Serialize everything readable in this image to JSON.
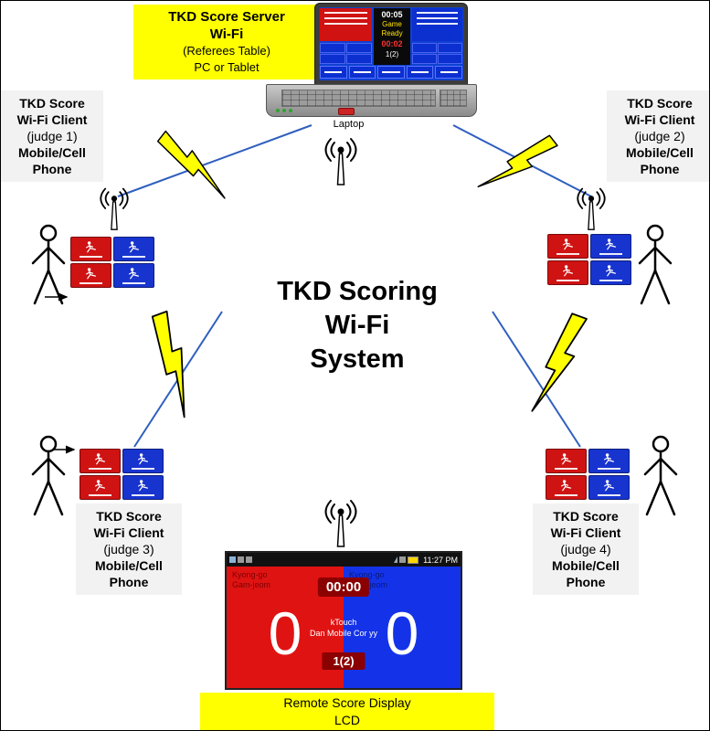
{
  "title": {
    "line1": "TKD Scoring",
    "line2": "Wi-Fi",
    "line3": "System"
  },
  "server_label": {
    "line1": "TKD Score Server",
    "line2": "Wi-Fi",
    "line3": "(Referees Table)",
    "line4": "PC or Tablet"
  },
  "laptop": {
    "caption": "Laptop",
    "screen": {
      "timer": "00:05",
      "status1": "Game",
      "status2": "Ready",
      "secondary_timer": "00:02",
      "round": "1(2)"
    }
  },
  "judges": [
    {
      "label_lines": [
        "TKD Score",
        "Wi-Fi Client",
        "(judge 1)",
        "Mobile/Cell",
        "Phone"
      ]
    },
    {
      "label_lines": [
        "TKD Score",
        "Wi-Fi Client",
        "(judge 2)",
        "Mobile/Cell",
        "Phone"
      ]
    },
    {
      "label_lines": [
        "TKD Score",
        "Wi-Fi Client",
        "(judge 3)",
        "Mobile/Cell",
        "Phone"
      ]
    },
    {
      "label_lines": [
        "TKD Score",
        "Wi-Fi Client",
        "(judge 4)",
        "Mobile/Cell",
        "Phone"
      ]
    }
  ],
  "remote_display": {
    "status_time": "11:27 PM",
    "red_penalty1": "Kyong-go",
    "red_penalty2": "Gam-jeom",
    "blue_penalty1": "Kyong-go",
    "blue_penalty2": "Gam-jeom",
    "red_score": "0",
    "blue_score": "0",
    "timer": "00:00",
    "app_name": "kTouch",
    "app_sub": "Dan Mobile Cor yy",
    "round": "1(2)"
  },
  "bottom_label": {
    "line1": "Remote Score Display",
    "line2": "LCD"
  },
  "colors": {
    "red": "#e01313",
    "blue": "#1433e8",
    "yellow": "#ffff00",
    "dark_red": "#8b0000",
    "line_blue": "#2f5fbf"
  }
}
